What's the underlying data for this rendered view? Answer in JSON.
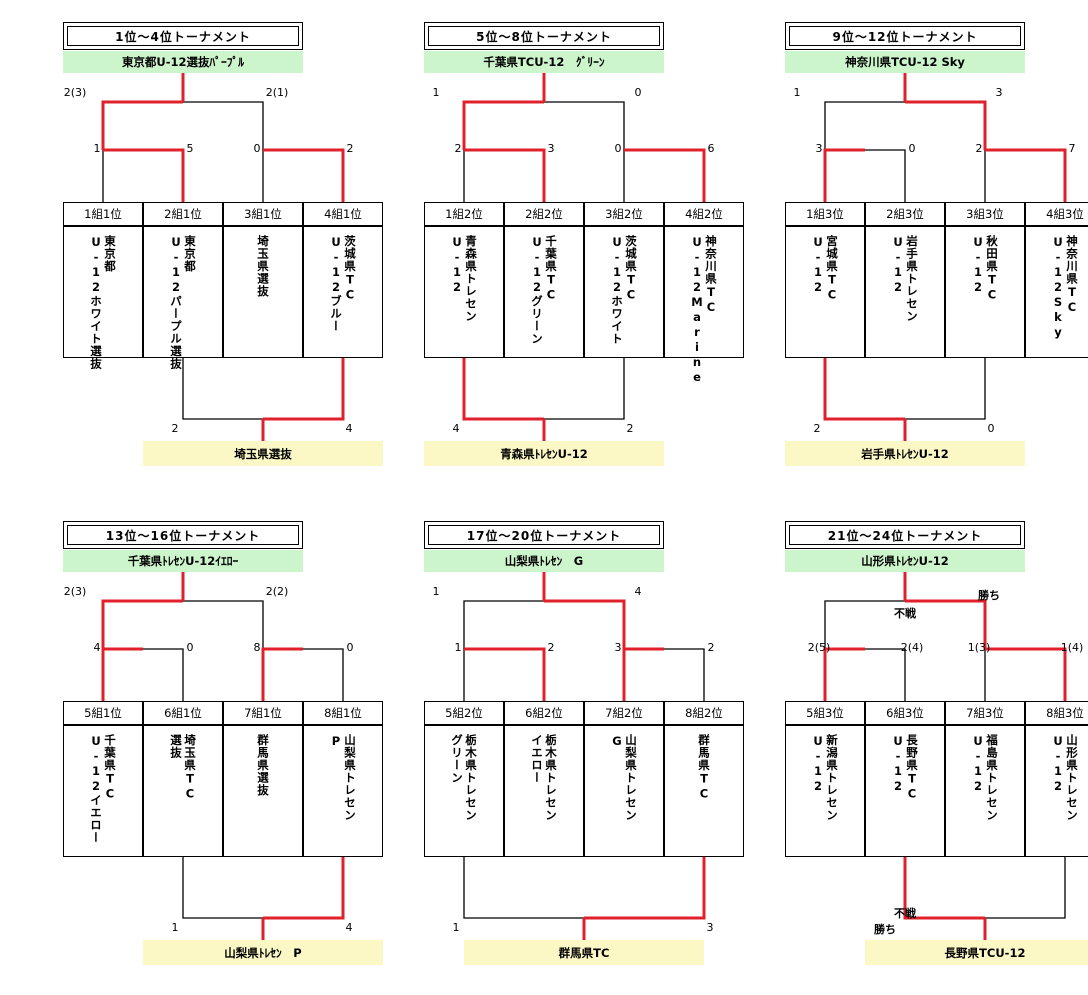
{
  "colors": {
    "win_line": "#e0202a",
    "loss_line": "#000000",
    "winner_bg": "#cdf5cc",
    "third_bg": "#fbf8c6"
  },
  "brackets": [
    {
      "title": "1位～4位トーナメント",
      "winner": "東京都U-12選抜ﾊﾟｰﾌﾟﾙ",
      "third_place": "埼玉県選抜",
      "final_scores": [
        "2(3)",
        "2(1)"
      ],
      "final_win": "left",
      "semi_scores": [
        "1",
        "5",
        "0",
        "2"
      ],
      "semi_wins": [
        "right",
        "right"
      ],
      "third_scores": [
        "2",
        "4"
      ],
      "third_win": "right",
      "third_pair": [
        2,
        4
      ],
      "notes": [],
      "seeds": [
        "1組1位",
        "2組1位",
        "3組1位",
        "4組1位"
      ],
      "teams": [
        "東京都\nU-12ホワイト選抜",
        "東京都\nU-12パープル選抜",
        "埼玉県選抜",
        "茨城県TC\nU-12ブルー"
      ]
    },
    {
      "title": "5位～8位トーナメント",
      "winner": "千葉県TCU-12　ｸﾞﾘｰﾝ",
      "third_place": "青森県ﾄﾚｾﾝU-12",
      "final_scores": [
        "1",
        "0"
      ],
      "final_win": "left",
      "semi_scores": [
        "2",
        "3",
        "0",
        "6"
      ],
      "semi_wins": [
        "right",
        "right"
      ],
      "third_scores": [
        "4",
        "2"
      ],
      "third_win": "left",
      "third_pair": [
        1,
        3
      ],
      "notes": [],
      "seeds": [
        "1組2位",
        "2組2位",
        "3組2位",
        "4組2位"
      ],
      "teams": [
        "青森県トレセン\nU-12",
        "千葉県TC\nU-12グリーン",
        "茨城県TC\nU-12ホワイト",
        "神奈川県TC\nU-12Marine"
      ]
    },
    {
      "title": "9位～12位トーナメント",
      "winner": "神奈川県TCU-12 Sky",
      "third_place": "岩手県ﾄﾚｾﾝU-12",
      "final_scores": [
        "1",
        "3"
      ],
      "final_win": "right",
      "semi_scores": [
        "3",
        "0",
        "2",
        "7"
      ],
      "semi_wins": [
        "left",
        "right"
      ],
      "third_scores": [
        "2",
        "0"
      ],
      "third_win": "left",
      "third_pair": [
        1,
        3
      ],
      "notes": [],
      "seeds": [
        "1組3位",
        "2組3位",
        "3組3位",
        "4組3位"
      ],
      "teams": [
        "宮城県TC\nU-12",
        "岩手県トレセン\nU-12",
        "秋田県TC\nU-12",
        "神奈川県TC\nU-12Sky"
      ]
    },
    {
      "title": "13位～16位トーナメント",
      "winner": "千葉県ﾄﾚｾﾝU-12ｲｴﾛｰ",
      "third_place": "山梨県ﾄﾚｾﾝ　P",
      "final_scores": [
        "2(3)",
        "2(2)"
      ],
      "final_win": "left",
      "semi_scores": [
        "4",
        "0",
        "8",
        "0"
      ],
      "semi_wins": [
        "left",
        "left"
      ],
      "third_scores": [
        "1",
        "4"
      ],
      "third_win": "right",
      "third_pair": [
        2,
        4
      ],
      "notes": [],
      "seeds": [
        "5組1位",
        "6組1位",
        "7組1位",
        "8組1位"
      ],
      "teams": [
        "千葉県TC\nU-12イエロー",
        "埼玉県TC\n選抜",
        "群馬県選抜",
        "山梨県トレセン\nP"
      ]
    },
    {
      "title": "17位～20位トーナメント",
      "winner": "山梨県ﾄﾚｾﾝ　G",
      "third_place": "群馬県TC",
      "final_scores": [
        "1",
        "4"
      ],
      "final_win": "right",
      "semi_scores": [
        "1",
        "2",
        "3",
        "2"
      ],
      "semi_wins": [
        "right",
        "left"
      ],
      "third_scores": [
        "1",
        "3"
      ],
      "third_win": "right",
      "third_pair": [
        1,
        4
      ],
      "notes": [],
      "seeds": [
        "5組2位",
        "6組2位",
        "7組2位",
        "8組2位"
      ],
      "teams": [
        "栃木県トレセン\nグリーン",
        "栃木県トレセン\nイエロー",
        "山梨県トレセン\nG",
        "群馬県TC"
      ]
    },
    {
      "title": "21位～24位トーナメント",
      "winner": "山形県ﾄﾚｾﾝU-12",
      "third_place": "長野県TCU-12",
      "final_scores": [
        "",
        ""
      ],
      "final_win": "right",
      "semi_scores": [
        "2(5)",
        "2(4)",
        "1(3)",
        "1(4)"
      ],
      "semi_wins": [
        "left",
        "right"
      ],
      "third_scores": [
        "",
        ""
      ],
      "third_win": "left",
      "third_pair": [
        2,
        4
      ],
      "notes": [
        "不戦",
        "勝ち",
        "不戦",
        "勝ち"
      ],
      "seeds": [
        "5組3位",
        "6組3位",
        "7組3位",
        "8組3位"
      ],
      "teams": [
        "新潟県トレセン\nU-12",
        "長野県TC\nU-12",
        "福島県トレセン\nU-12",
        "山形県トレセン\nU-12"
      ]
    }
  ]
}
